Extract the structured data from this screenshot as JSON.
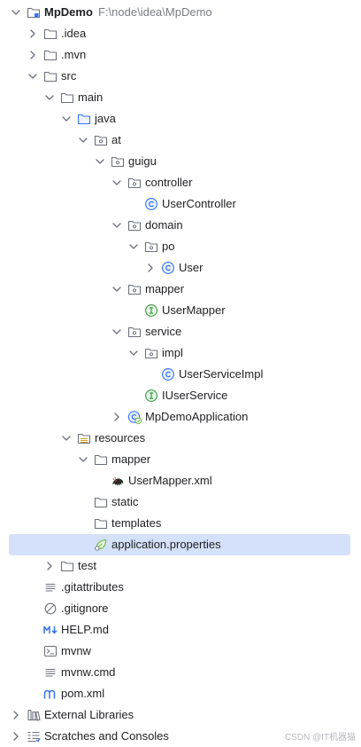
{
  "project": {
    "name": "MpDemo",
    "path": "F:\\node\\idea\\MpDemo"
  },
  "tree": [
    {
      "label": "MpDemo",
      "path": "F:\\node\\idea\\MpDemo",
      "depth": 1,
      "chevron": "down",
      "icon": "module-folder",
      "bold": true,
      "name": "project-root-mpdemo"
    },
    {
      "label": ".idea",
      "depth": 2,
      "chevron": "right",
      "icon": "folder",
      "name": "tree-item-idea"
    },
    {
      "label": ".mvn",
      "depth": 2,
      "chevron": "right",
      "icon": "folder",
      "name": "tree-item-mvn"
    },
    {
      "label": "src",
      "depth": 2,
      "chevron": "down",
      "icon": "folder",
      "name": "tree-item-src"
    },
    {
      "label": "main",
      "depth": 3,
      "chevron": "down",
      "icon": "folder",
      "name": "tree-item-main"
    },
    {
      "label": "java",
      "depth": 4,
      "chevron": "down",
      "icon": "source-folder",
      "name": "tree-item-java"
    },
    {
      "label": "at",
      "depth": 5,
      "chevron": "down",
      "icon": "package",
      "name": "tree-item-at"
    },
    {
      "label": "guigu",
      "depth": 6,
      "chevron": "down",
      "icon": "package",
      "name": "tree-item-guigu"
    },
    {
      "label": "controller",
      "depth": 7,
      "chevron": "down",
      "icon": "package",
      "name": "tree-item-controller"
    },
    {
      "label": "UserController",
      "depth": 8,
      "chevron": "none",
      "icon": "class",
      "name": "tree-item-usercontroller"
    },
    {
      "label": "domain",
      "depth": 7,
      "chevron": "down",
      "icon": "package",
      "name": "tree-item-domain"
    },
    {
      "label": "po",
      "depth": 8,
      "chevron": "down",
      "icon": "package",
      "name": "tree-item-po"
    },
    {
      "label": "User",
      "depth": 9,
      "chevron": "right",
      "icon": "class",
      "name": "tree-item-user"
    },
    {
      "label": "mapper",
      "depth": 7,
      "chevron": "down",
      "icon": "package",
      "name": "tree-item-mapper-package"
    },
    {
      "label": "UserMapper",
      "depth": 8,
      "chevron": "none",
      "icon": "interface",
      "name": "tree-item-usermapper"
    },
    {
      "label": "service",
      "depth": 7,
      "chevron": "down",
      "icon": "package",
      "name": "tree-item-service"
    },
    {
      "label": "impl",
      "depth": 8,
      "chevron": "down",
      "icon": "package",
      "name": "tree-item-impl"
    },
    {
      "label": "UserServiceImpl",
      "depth": 9,
      "chevron": "none",
      "icon": "class",
      "name": "tree-item-userserviceimpl"
    },
    {
      "label": "IUserService",
      "depth": 8,
      "chevron": "none",
      "icon": "interface",
      "name": "tree-item-iuserservice"
    },
    {
      "label": "MpDemoApplication",
      "depth": 7,
      "chevron": "right",
      "icon": "spring-class",
      "name": "tree-item-mpdemoapplication"
    },
    {
      "label": "resources",
      "depth": 4,
      "chevron": "down",
      "icon": "resources-folder",
      "name": "tree-item-resources"
    },
    {
      "label": "mapper",
      "depth": 5,
      "chevron": "down",
      "icon": "folder",
      "name": "tree-item-mapper-folder"
    },
    {
      "label": "UserMapper.xml",
      "depth": 6,
      "chevron": "none",
      "icon": "mybatis",
      "name": "tree-item-usermapper-xml"
    },
    {
      "label": "static",
      "depth": 5,
      "chevron": "none",
      "icon": "folder",
      "name": "tree-item-static"
    },
    {
      "label": "templates",
      "depth": 5,
      "chevron": "none",
      "icon": "folder",
      "name": "tree-item-templates"
    },
    {
      "label": "application.properties",
      "depth": 5,
      "chevron": "none",
      "icon": "spring-properties",
      "selected": true,
      "name": "tree-item-application-properties"
    },
    {
      "label": "test",
      "depth": 3,
      "chevron": "right",
      "icon": "folder",
      "name": "tree-item-test"
    },
    {
      "label": ".gitattributes",
      "depth": 2,
      "chevron": "none",
      "icon": "text-file",
      "name": "tree-item-gitattributes"
    },
    {
      "label": ".gitignore",
      "depth": 2,
      "chevron": "none",
      "icon": "ignore-file",
      "name": "tree-item-gitignore"
    },
    {
      "label": "HELP.md",
      "depth": 2,
      "chevron": "none",
      "icon": "markdown",
      "name": "tree-item-help-md"
    },
    {
      "label": "mvnw",
      "depth": 2,
      "chevron": "none",
      "icon": "shell-script",
      "name": "tree-item-mvnw"
    },
    {
      "label": "mvnw.cmd",
      "depth": 2,
      "chevron": "none",
      "icon": "text-file",
      "name": "tree-item-mvnw-cmd"
    },
    {
      "label": "pom.xml",
      "depth": 2,
      "chevron": "none",
      "icon": "maven",
      "name": "tree-item-pom-xml"
    },
    {
      "label": "External Libraries",
      "depth": 1,
      "chevron": "right",
      "icon": "libraries",
      "name": "tree-item-external-libraries"
    },
    {
      "label": "Scratches and Consoles",
      "depth": 1,
      "chevron": "right",
      "icon": "scratches",
      "name": "tree-item-scratches-and-consoles"
    }
  ],
  "watermark": "CSDN @IT机器猫",
  "colors": {
    "selection": "#d5e1fb",
    "class_icon": "#3574f0",
    "interface_icon": "#3a9b45",
    "spring": "#5fb832",
    "folder_stroke": "#6c707e",
    "path_text": "#7a7d85"
  }
}
